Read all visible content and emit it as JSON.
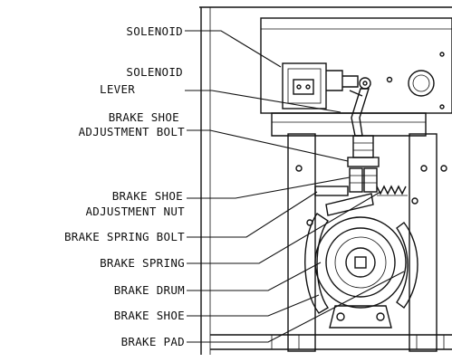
{
  "labels": {
    "solenoid": "SOLENOID",
    "solenoid_lever_1": "SOLENOID",
    "solenoid_lever_2": "LEVER",
    "adj_bolt_1": "BRAKE SHOE",
    "adj_bolt_2": "ADJUSTMENT BOLT",
    "adj_nut_1": "BRAKE SHOE",
    "adj_nut_2": "ADJUSTMENT NUT",
    "spring_bolt": "BRAKE SPRING BOLT",
    "spring": "BRAKE SPRING",
    "drum": "BRAKE DRUM",
    "shoe": "BRAKE SHOE",
    "pad": "BRAKE PAD"
  }
}
